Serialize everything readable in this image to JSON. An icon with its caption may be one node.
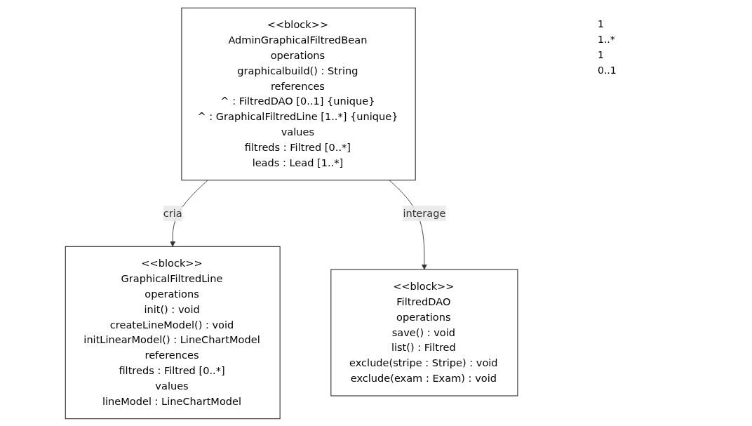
{
  "diagram": {
    "nodes": [
      {
        "text": [
          "<<block>>",
          "AdminGraphicalFiltredBean",
          "operations",
          "graphicalbuild() : String",
          "references",
          "^ : FiltredDAO [0..1] {unique}",
          "^ : GraphicalFiltredLine [1..*] {unique}",
          "values",
          "filtreds : Filtred [0..*]",
          "leads : Lead [1..*]"
        ]
      },
      {
        "text": [
          "<<block>>",
          "GraphicalFiltredLine",
          "operations",
          "init() : void",
          "createLineModel() : void",
          "initLinearModel() : LineChartModel",
          "references",
          "filtreds : Filtred [0..*]",
          "values",
          "lineModel : LineChartModel"
        ]
      },
      {
        "text": [
          "<<block>>",
          "FiltredDAO",
          "operations",
          "save() : void",
          "list() : Filtred",
          "exclude(stripe : Stripe) : void",
          "exclude(exam : Exam) : void"
        ]
      }
    ],
    "edges": [
      {
        "from": 0,
        "to": 1,
        "arrow": "to",
        "label": "cria"
      },
      {
        "from": 0,
        "to": 2,
        "arrow": "to",
        "label": "interage"
      }
    ],
    "labels": [
      "1",
      "1..*",
      "1",
      "0..1"
    ]
  }
}
